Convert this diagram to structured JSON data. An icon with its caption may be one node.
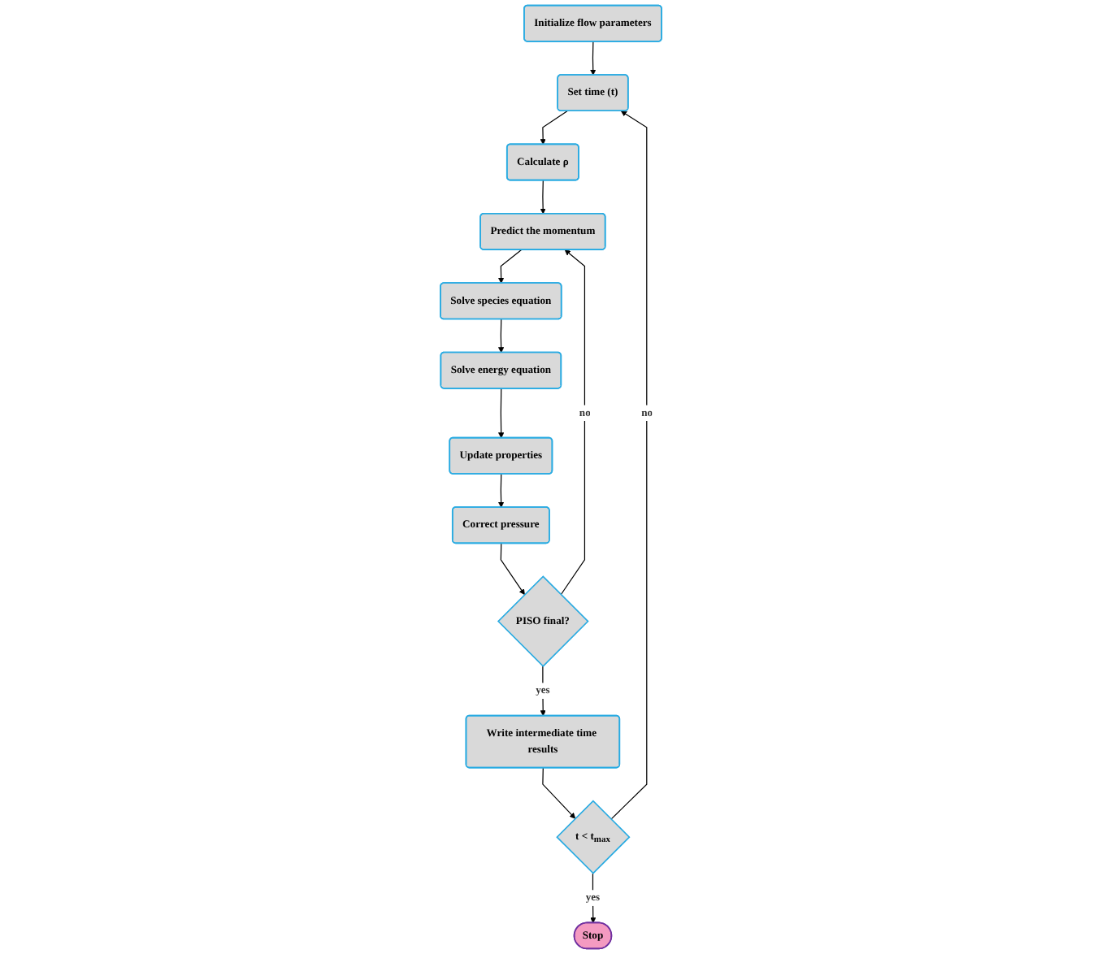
{
  "diagram": {
    "nodes": [
      {
        "text": [
          "Initialize flow parameters"
        ]
      },
      {
        "text": [
          "Set time (t)"
        ]
      },
      {
        "text": [
          "Calculate ρ"
        ]
      },
      {
        "text": [
          "Predict the momentum"
        ]
      },
      {
        "text": [
          "Solve species equation"
        ]
      },
      {
        "text": [
          "Solve energy equation"
        ]
      },
      {
        "text": [
          "Update properties"
        ]
      },
      {
        "text": [
          "Correct pressure"
        ]
      },
      {
        "text": [
          "PISO final?"
        ]
      },
      {
        "text": [
          "Write intermediate time results"
        ]
      },
      {
        "text": [
          "t < t$_{max}$"
        ]
      },
      {
        "text": [
          "Stop"
        ]
      }
    ],
    "edges": [
      {
        "from": 0,
        "to": 1,
        "arrow": "to"
      },
      {
        "from": 1,
        "to": 2,
        "arrow": "to"
      },
      {
        "from": 2,
        "to": 3,
        "arrow": "to"
      },
      {
        "from": 3,
        "to": 4,
        "arrow": "to"
      },
      {
        "from": 4,
        "to": 5,
        "arrow": "to"
      },
      {
        "from": 5,
        "to": 6,
        "arrow": "to"
      },
      {
        "from": 6,
        "to": 7,
        "arrow": "to"
      },
      {
        "from": 7,
        "to": 8,
        "arrow": "to"
      },
      {
        "from": 8,
        "to": 3,
        "label": "no",
        "arrow": "to"
      },
      {
        "from": 8,
        "to": 9,
        "label": "yes",
        "arrow": "to"
      },
      {
        "from": 9,
        "to": 10,
        "arrow": "to"
      },
      {
        "from": 10,
        "to": 1,
        "label": "no",
        "arrow": "to"
      },
      {
        "from": 10,
        "to": 11,
        "label": "yes",
        "arrow": "to"
      }
    ]
  }
}
